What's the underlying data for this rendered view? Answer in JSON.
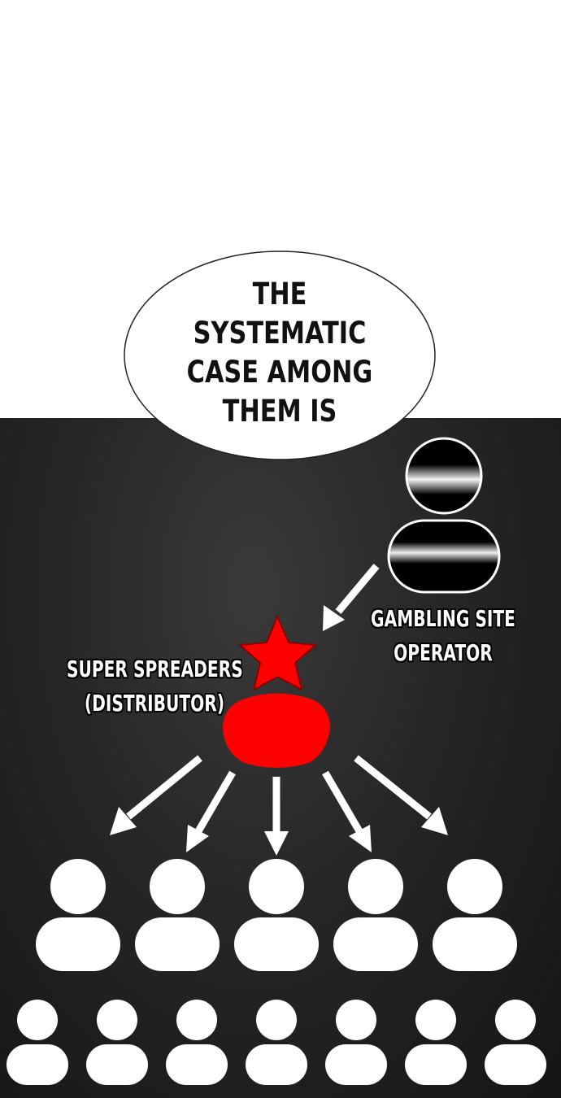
{
  "speech_bubble": {
    "lines": [
      "THE",
      "SYSTEMATIC",
      "CASE AMONG",
      "THEM IS"
    ]
  },
  "labels": {
    "operator_line1": "GAMBLING SITE",
    "operator_line2": "OPERATOR",
    "spreader_line1": "SUPER SPREADERS",
    "spreader_line2": "(DISTRIBUTOR)"
  },
  "colors": {
    "background_top": "#ffffff",
    "panel": "#262626",
    "distributor": "#ff0000",
    "followers": "#ffffff",
    "operator": "#000000"
  },
  "diagram": {
    "operator_icon": "person-icon",
    "distributor_icon": "person-with-star-icon",
    "follower_icon": "person-icon",
    "follower_rows": [
      5,
      7
    ]
  }
}
